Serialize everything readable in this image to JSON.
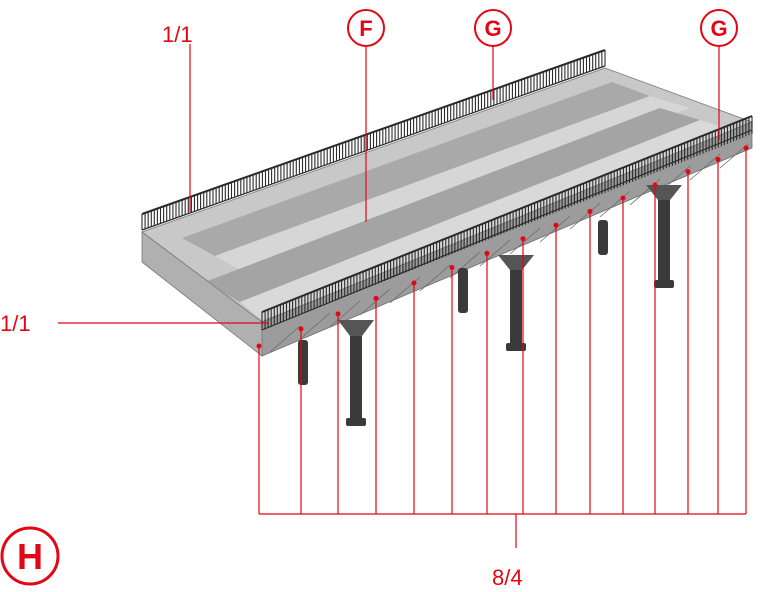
{
  "labels": {
    "top_left_qty": "1/1",
    "left_qty": "1/1",
    "bottom_qty": "8/4"
  },
  "markers": {
    "deck": "F",
    "railing_1": "G",
    "railing_2": "G",
    "section": "H"
  },
  "colors": {
    "accent": "#e30613",
    "deck": "#b9b9b9",
    "metal": "#2a2a2a"
  }
}
